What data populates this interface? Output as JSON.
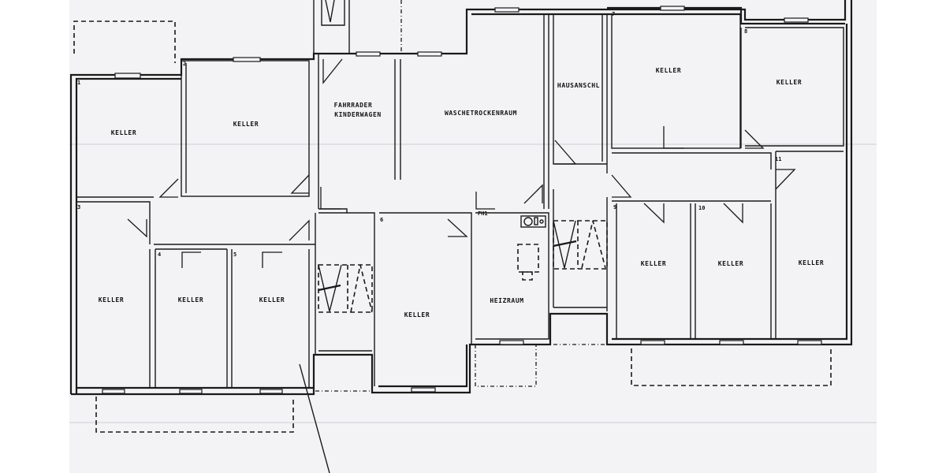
{
  "plan": {
    "rooms": [
      {
        "id": "r1",
        "number": "1",
        "label": "KELLER"
      },
      {
        "id": "r2",
        "number": "2",
        "label": "KELLER"
      },
      {
        "id": "r3",
        "number": "3",
        "label": "KELLER"
      },
      {
        "id": "r4",
        "number": "4",
        "label": "KELLER"
      },
      {
        "id": "r5",
        "number": "5",
        "label": "KELLER"
      },
      {
        "id": "r6",
        "number": "6",
        "label": "KELLER"
      },
      {
        "id": "r7",
        "number": "7",
        "label": "KELLER"
      },
      {
        "id": "r8",
        "number": "8",
        "label": "KELLER"
      },
      {
        "id": "r9",
        "number": "9",
        "label": "KELLER"
      },
      {
        "id": "r10",
        "number": "10",
        "label": "KELLER"
      },
      {
        "id": "r11",
        "number": "11",
        "label": "KELLER"
      },
      {
        "id": "bike",
        "label_line1": "FAHRRADER",
        "label_line2": "KINDERWAGEN"
      },
      {
        "id": "laundry",
        "label": "WASCHETROCKENRAUM"
      },
      {
        "id": "utility",
        "label": "HAUSANSCHL"
      },
      {
        "id": "heating",
        "label": "HEIZRAUM",
        "tag": "FH1"
      }
    ]
  }
}
